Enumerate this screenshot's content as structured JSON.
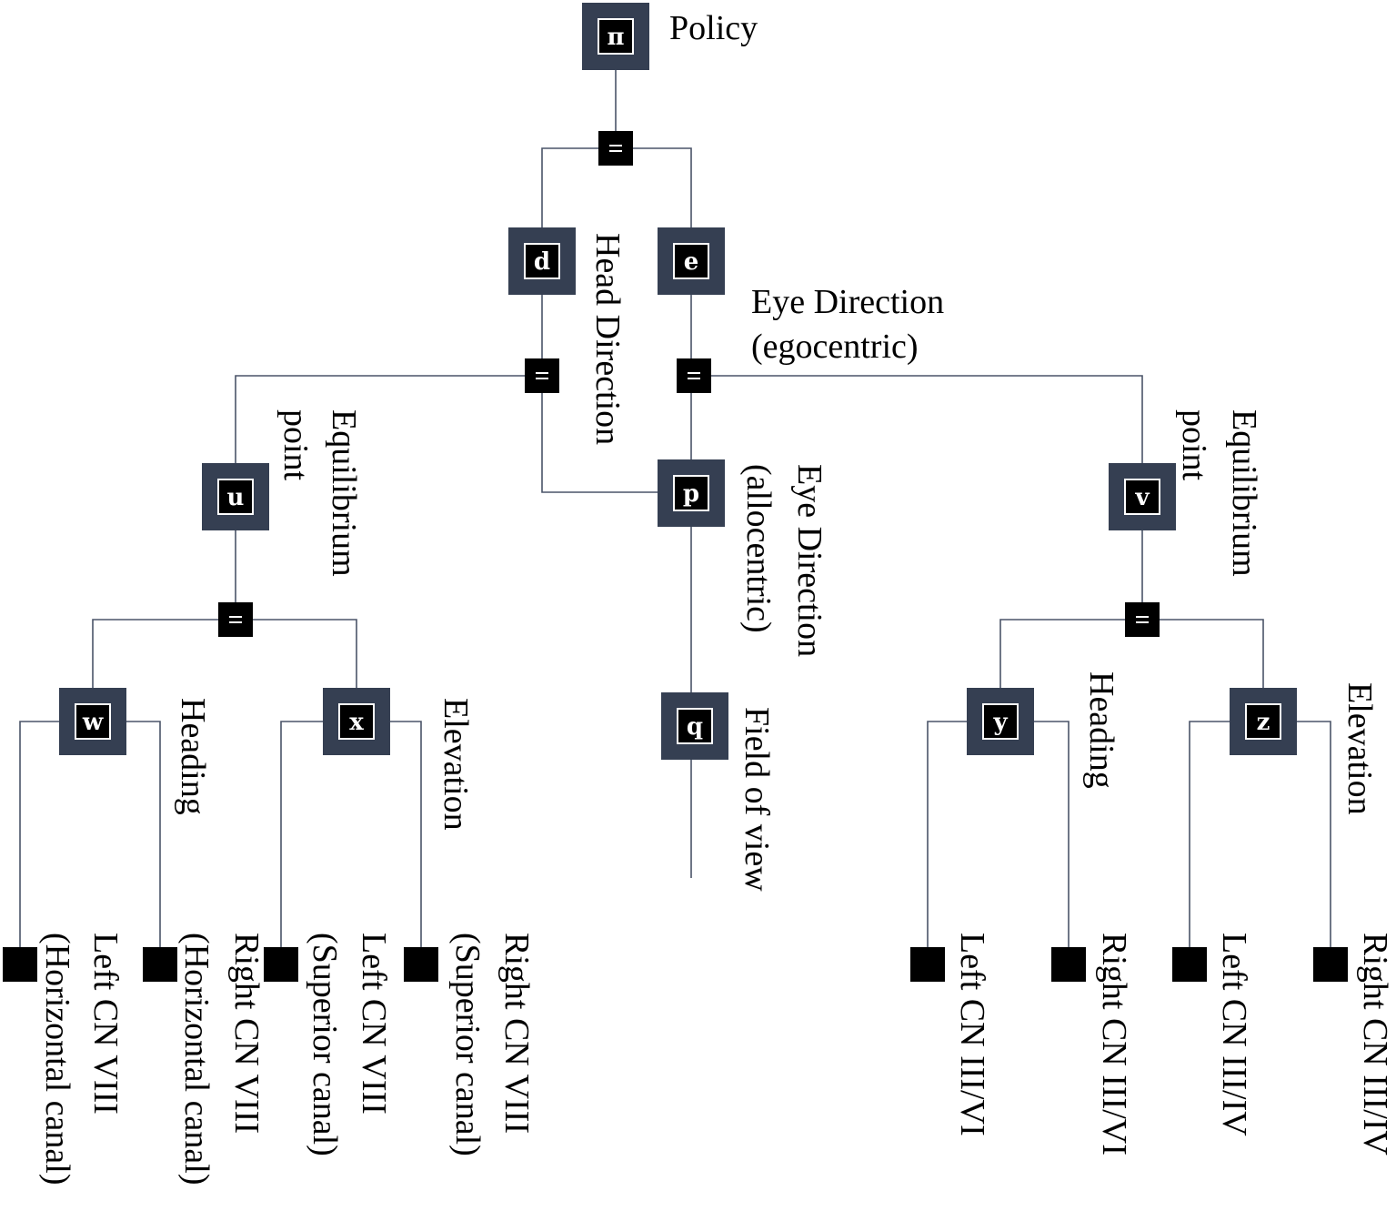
{
  "nodes": {
    "pi": "π",
    "d": "d",
    "e": "e",
    "u": "u",
    "p": "p",
    "v": "v",
    "w": "w",
    "x": "x",
    "q": "q",
    "y": "y",
    "z": "z"
  },
  "labels": {
    "policy": "Policy",
    "head_direction": "Head Direction",
    "eye_direction_ego_1": "Eye Direction",
    "eye_direction_ego_2": "(egocentric)",
    "equilibrium_u_1": "Equilibrium",
    "equilibrium_u_2": "point",
    "eye_direction_allo_1": "Eye Direction",
    "eye_direction_allo_2": "(allocentric)",
    "equilibrium_v_1": "Equilibrium",
    "equilibrium_v_2": "point",
    "heading_w": "Heading",
    "elevation_x": "Elevation",
    "field_of_view": "Field of view",
    "heading_y": "Heading",
    "elevation_z": "Elevation",
    "leaf1_1": "Left CN VIII",
    "leaf1_2": "(Horizontal canal)",
    "leaf2_1": "Right CN VIII",
    "leaf2_2": "(Horizontal canal)",
    "leaf3_1": "Left CN VIII",
    "leaf3_2": "(Superior canal)",
    "leaf4_1": "Right CN VIII",
    "leaf4_2": "(Superior canal)",
    "leaf5": "Left CN III/VI",
    "leaf6": "Right CN III/VI",
    "leaf7": "Left CN III/IV",
    "leaf8": "Right CN III/IV"
  },
  "factor_symbol": "="
}
